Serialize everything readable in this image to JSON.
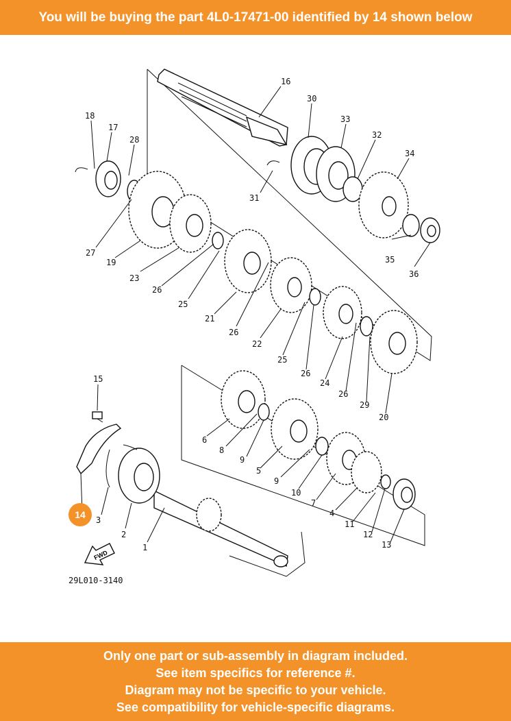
{
  "top_banner": {
    "text": "You will be buying the part 4L0-17471-00 identified by 14 shown below"
  },
  "diagram": {
    "code": "29L010-3140",
    "fwd_label": "FWD",
    "highlight": "14",
    "callouts": {
      "c1": "1",
      "c2": "2",
      "c3": "3",
      "c4": "4",
      "c5": "5",
      "c6": "6",
      "c7": "7",
      "c8": "8",
      "c9a": "9",
      "c9b": "9",
      "c10": "10",
      "c11": "11",
      "c12": "12",
      "c13": "13",
      "c15": "15",
      "c16": "16",
      "c17": "17",
      "c18": "18",
      "c19": "19",
      "c20": "20",
      "c21": "21",
      "c22": "22",
      "c23": "23",
      "c24": "24",
      "c25a": "25",
      "c25b": "25",
      "c26a": "26",
      "c26b": "26",
      "c26c": "26",
      "c26d": "26",
      "c27": "27",
      "c28": "28",
      "c29": "29",
      "c30": "30",
      "c31": "31",
      "c32": "32",
      "c33": "33",
      "c34": "34",
      "c35": "35",
      "c36": "36"
    }
  },
  "bottom_banner": {
    "line1": "Only one part or sub-assembly in diagram included.",
    "line2": "See item specifics for reference #.",
    "line3": "Diagram may not be specific to your vehicle.",
    "line4": "See compatibility for vehicle-specific diagrams."
  }
}
